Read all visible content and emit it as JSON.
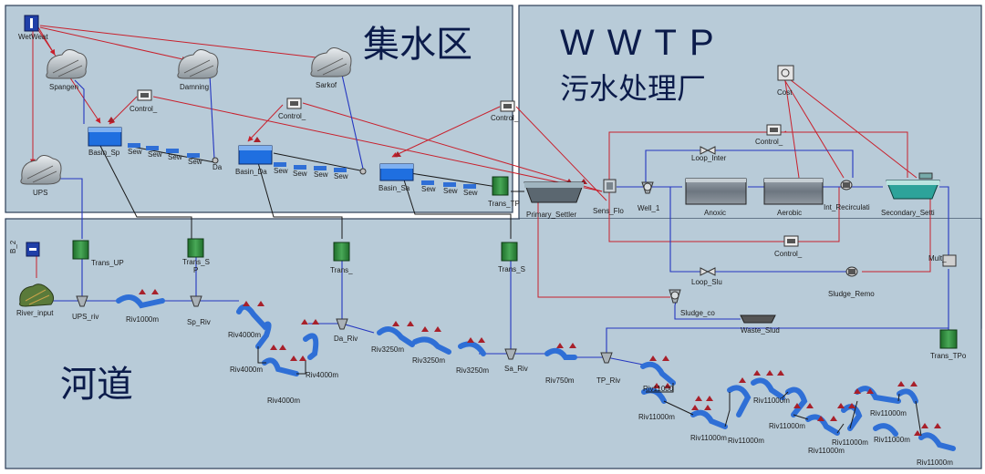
{
  "regions": {
    "catchment": "集水区",
    "wwtp_title": "WWTP",
    "wwtp_subtitle": "污水处理厂",
    "river": "河道"
  },
  "labels": {
    "wetweat": "WetWeat",
    "spangen": "Spangen",
    "damning": "Damning",
    "sarkof": "Sarkof",
    "ups": "UPS",
    "control": "Control_",
    "basin_sp": "Basin_Sp",
    "basin_da": "Basin_Da",
    "basin_sa": "Basin_Sa",
    "sew": "Sew",
    "da": "Da",
    "trans_tp": "Trans_TP",
    "primary_settler": "Primary_Settler",
    "sens_flo": "Sens_Flo",
    "well_1": "Well_1",
    "loop_inter": "Loop_Inter",
    "anoxic": "Anoxic",
    "aerobic": "Aerobic",
    "int_recirculati": "Int_Recirculati",
    "secondary_setti": "Secondary_Setti",
    "cost": "Cost",
    "loop_slu": "Loop_Slu",
    "sludge_remo": "Sludge_Remo",
    "sludge_co": "Sludge_co",
    "waste_slud": "Waste_Slud",
    "mult": "Mult_",
    "trans_tpo": "Trans_TPo",
    "b2": "B_2",
    "river_input": "River_input",
    "trans_up": "Trans_UP",
    "trans_s": "Trans_S",
    "p": "P",
    "trans": "Trans_",
    "trans_s2": "Trans_S",
    "ups_riv": "UPS_riv",
    "riv1000m": "Riv1000m",
    "sp_riv": "Sp_Riv",
    "riv4000m": "Riv4000m",
    "da_riv": "Da_Riv",
    "riv3250m": "Riv3250m",
    "sa_riv": "Sa_Riv",
    "riv750m": "Riv750m",
    "tp_riv": "TP_Riv",
    "riv11000": "Riv11000",
    "riv11000m": "Riv11000m"
  },
  "colors": {
    "panel_fill": "#b8cbd8",
    "panel_border": "#2d3e56",
    "signal_red": "#c8202c",
    "flow_blue": "#2436c0",
    "flow_dark": "#1a1a1a",
    "river_blue": "#2f6fd6",
    "basin_blue": "#1f6fe0",
    "transfer_green": "#2e8b3a"
  }
}
